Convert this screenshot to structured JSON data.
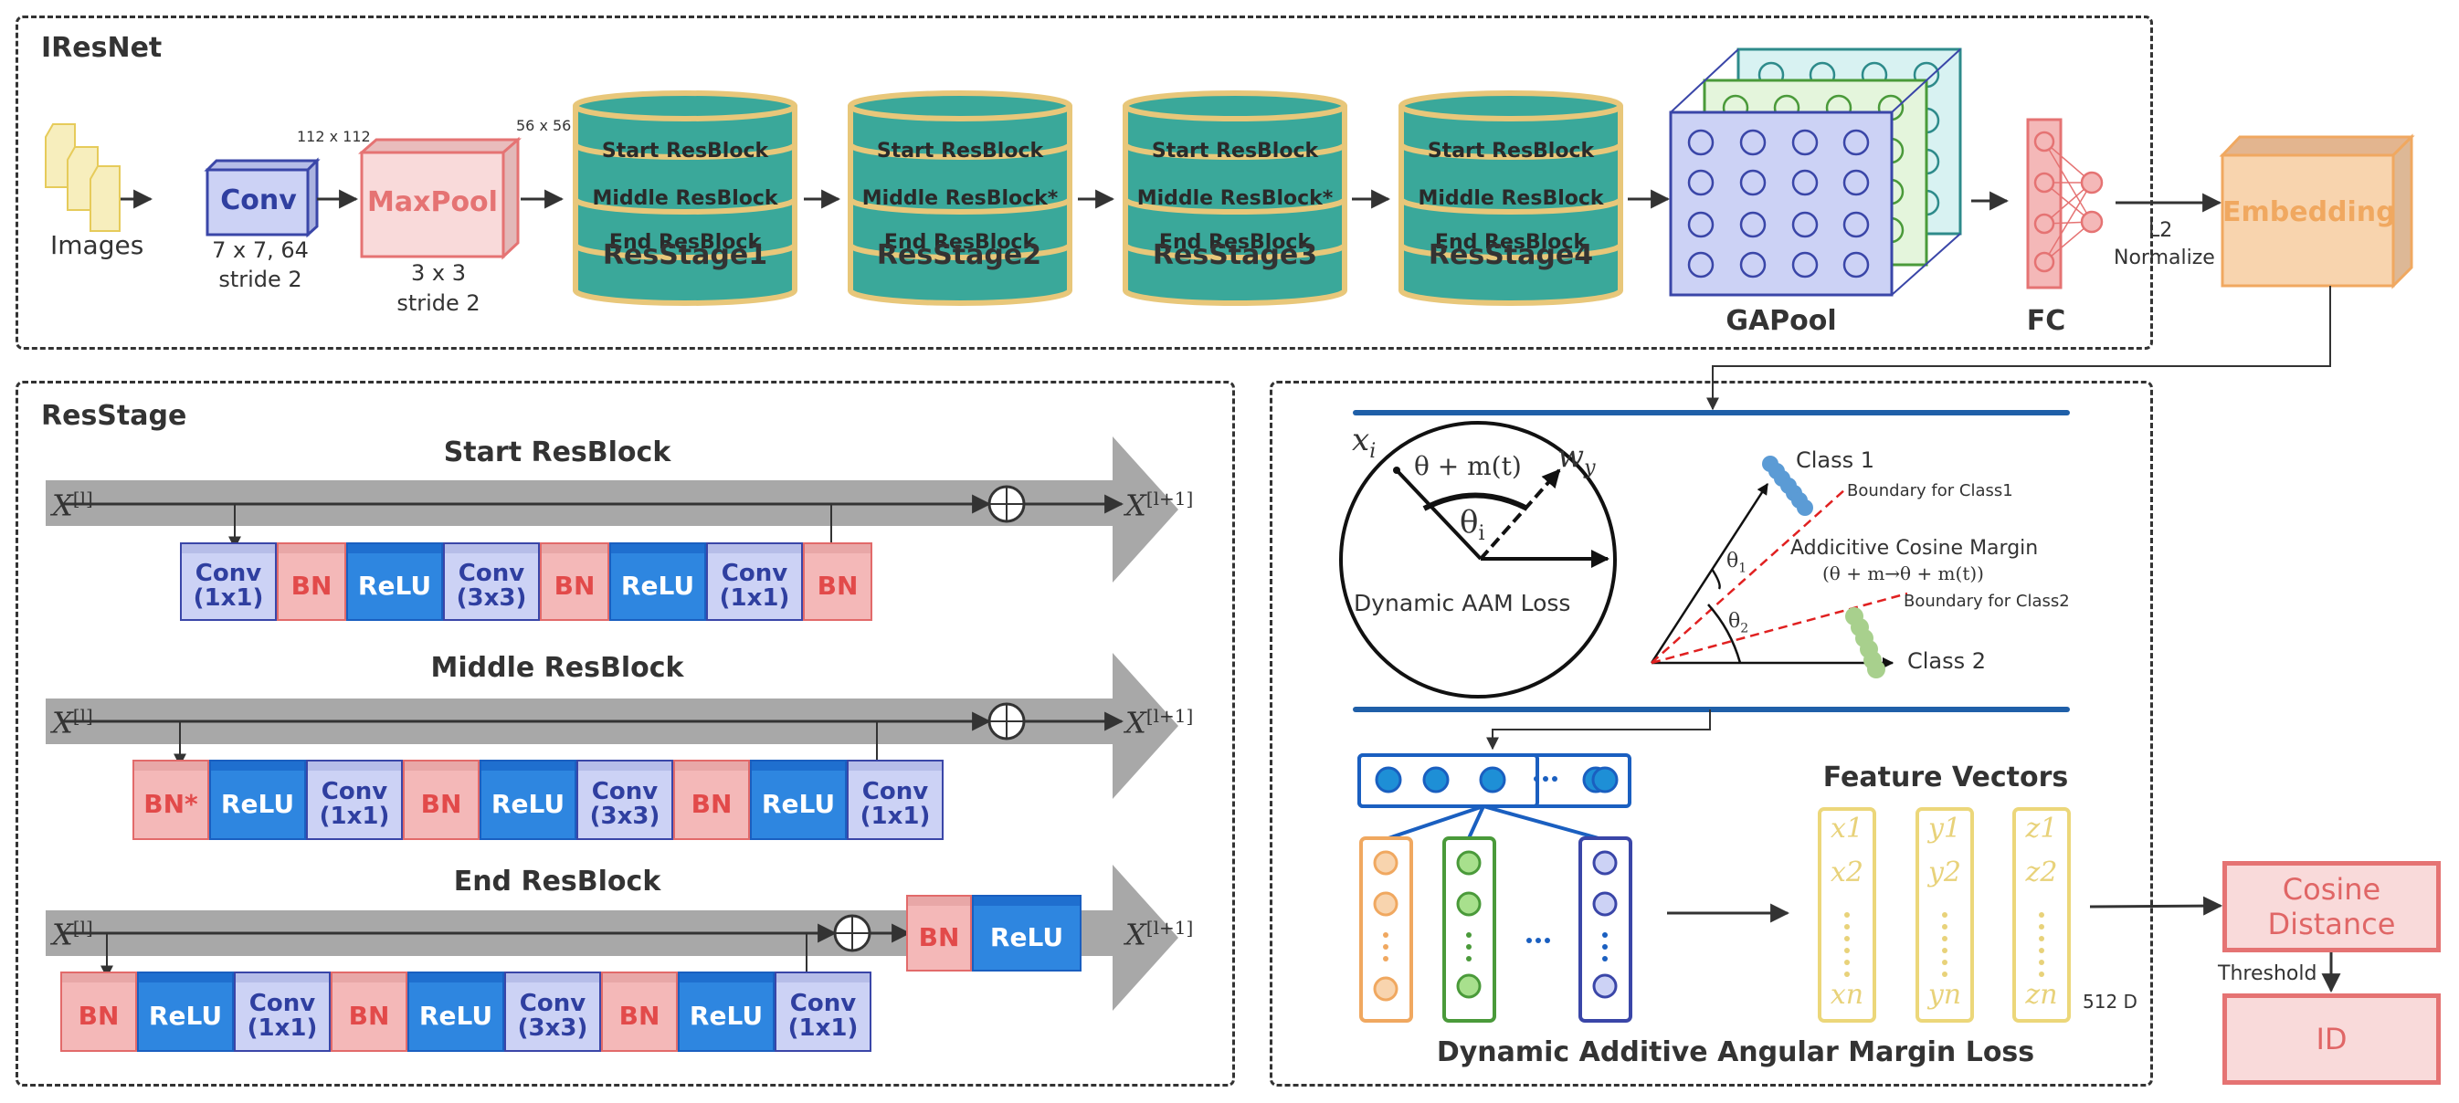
{
  "iresnet": {
    "title": "IResNet",
    "images_label": "Images",
    "conv": {
      "label": "Conv",
      "spec_line1": "7 x 7, 64",
      "spec_line2": "stride 2",
      "size": "112 x 112"
    },
    "maxpool": {
      "label": "MaxPool",
      "spec_line1": "3 x 3",
      "spec_line2": "stride 2",
      "size": "56 x 56"
    },
    "stages": [
      {
        "name": "ResStage1",
        "blocks": [
          "Start ResBlock",
          "Middle ResBlock",
          "End ResBlock"
        ]
      },
      {
        "name": "ResStage2",
        "blocks": [
          "Start ResBlock",
          "Middle ResBlock*",
          "End ResBlock"
        ]
      },
      {
        "name": "ResStage3",
        "blocks": [
          "Start ResBlock",
          "Middle ResBlock*",
          "End ResBlock"
        ]
      },
      {
        "name": "ResStage4",
        "blocks": [
          "Start ResBlock",
          "Middle ResBlock",
          "End ResBlock"
        ]
      }
    ],
    "gapool_label": "GAPool",
    "fc_label": "FC",
    "l2_line1": "L2",
    "l2_line2": "Normalize",
    "embedding_label": "Embedding"
  },
  "resstage": {
    "title": "ResStage",
    "x_in": "X",
    "x_in_sup": "[l]",
    "x_out": "X",
    "x_out_sup": "[l+1]",
    "start": {
      "title": "Start ResBlock",
      "blocks": [
        {
          "type": "conv",
          "l1": "Conv",
          "l2": "(1x1)"
        },
        {
          "type": "bn",
          "l1": "BN"
        },
        {
          "type": "relu",
          "l1": "ReLU"
        },
        {
          "type": "conv",
          "l1": "Conv",
          "l2": "(3x3)"
        },
        {
          "type": "bn",
          "l1": "BN"
        },
        {
          "type": "relu",
          "l1": "ReLU"
        },
        {
          "type": "conv",
          "l1": "Conv",
          "l2": "(1x1)"
        },
        {
          "type": "bn",
          "l1": "BN"
        }
      ]
    },
    "middle": {
      "title": "Middle ResBlock",
      "blocks": [
        {
          "type": "bn",
          "l1": "BN*"
        },
        {
          "type": "relu",
          "l1": "ReLU"
        },
        {
          "type": "conv",
          "l1": "Conv",
          "l2": "(1x1)"
        },
        {
          "type": "bn",
          "l1": "BN"
        },
        {
          "type": "relu",
          "l1": "ReLU"
        },
        {
          "type": "conv",
          "l1": "Conv",
          "l2": "(3x3)"
        },
        {
          "type": "bn",
          "l1": "BN"
        },
        {
          "type": "relu",
          "l1": "ReLU"
        },
        {
          "type": "conv",
          "l1": "Conv",
          "l2": "(1x1)"
        }
      ]
    },
    "end": {
      "title": "End ResBlock",
      "blocks": [
        {
          "type": "bn",
          "l1": "BN"
        },
        {
          "type": "relu",
          "l1": "ReLU"
        },
        {
          "type": "conv",
          "l1": "Conv",
          "l2": "(1x1)"
        },
        {
          "type": "bn",
          "l1": "BN"
        },
        {
          "type": "relu",
          "l1": "ReLU"
        },
        {
          "type": "conv",
          "l1": "Conv",
          "l2": "(3x3)"
        },
        {
          "type": "bn",
          "l1": "BN"
        },
        {
          "type": "relu",
          "l1": "ReLU"
        },
        {
          "type": "conv",
          "l1": "Conv",
          "l2": "(1x1)"
        }
      ],
      "post_blocks": [
        {
          "type": "bn",
          "l1": "BN"
        },
        {
          "type": "relu",
          "l1": "ReLU"
        }
      ]
    }
  },
  "loss": {
    "circle": {
      "xi": "x",
      "xi_sub": "i",
      "wy": "w",
      "wy_sub": "y",
      "margin": "θ + m(t)",
      "theta": "θ",
      "theta_sub": "i",
      "caption": "Dynamic AAM Loss"
    },
    "margin_plot": {
      "class1": "Class 1",
      "class2": "Class 2",
      "boundary1": "Boundary for Class1",
      "boundary2": "Boundary for Class2",
      "margin_title": "Addicitive Cosine Margin",
      "margin_formula": "(θ + m→θ + m(t))",
      "theta1": "θ",
      "theta1_sub": "1",
      "theta2": "θ",
      "theta2_sub": "2"
    },
    "feature_vectors": {
      "title": "Feature Vectors",
      "columns": [
        {
          "top1": "x1",
          "top2": "x2",
          "bottom": "xn"
        },
        {
          "top1": "y1",
          "top2": "y2",
          "bottom": "yn"
        },
        {
          "top1": "z1",
          "top2": "z2",
          "bottom": "zn"
        }
      ],
      "dim_label": "512 D"
    },
    "caption": "Dynamic Additive Angular Margin Loss",
    "ellipsis": "···"
  },
  "output": {
    "cosine_line1": "Cosine",
    "cosine_line2": "Distance",
    "threshold_label": "Threshold",
    "id_label": "ID"
  },
  "colors": {
    "teal": "#3aa89a",
    "gold": "#e8c77a",
    "conv_fill": "#ccd2f5",
    "conv_stroke": "#3a46a8",
    "bn_fill": "#f4b8b8",
    "bn_stroke": "#e26a6a",
    "relu_fill": "#2e86e0",
    "embedding_fill": "#f8d4ae",
    "embedding_text": "#f0a860",
    "red_box": "#f9dada",
    "blue_rule": "#1f5fa8"
  }
}
